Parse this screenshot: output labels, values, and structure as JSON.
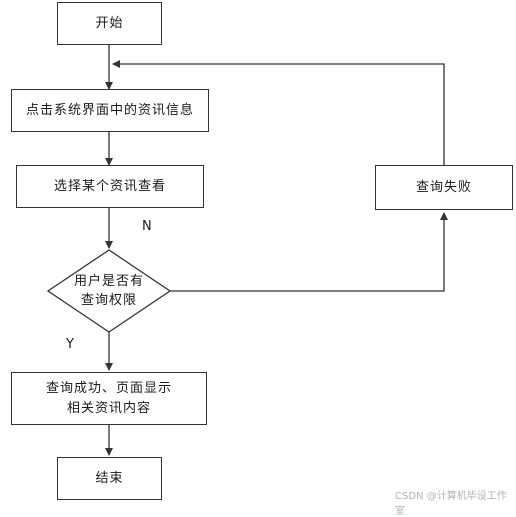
{
  "nodes": {
    "start": "开始",
    "click_info": "点击系统界面中的资讯信息",
    "select_info": "选择某个资讯查看",
    "decision_line1": "用户是否有",
    "decision_line2": "查询权限",
    "query_fail": "查询失败",
    "success_line1": "查询成功、页面显示",
    "success_line2": "相关资讯内容",
    "end": "结束"
  },
  "edge_labels": {
    "no": "N",
    "yes": "Y"
  },
  "watermark": "CSDN @计算机毕设工作室"
}
